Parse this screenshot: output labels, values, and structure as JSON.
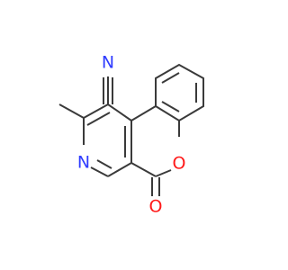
{
  "molecule": {
    "atoms": {
      "nitrile_n": "N",
      "pyridine_n": "N",
      "ring_o": "O",
      "carbonyl_o": "O"
    },
    "colors": {
      "bond": "#3a3a3a",
      "nitrogen": "#2f3cff",
      "oxygen": "#ff1a1a",
      "background": "#ffffff"
    }
  }
}
